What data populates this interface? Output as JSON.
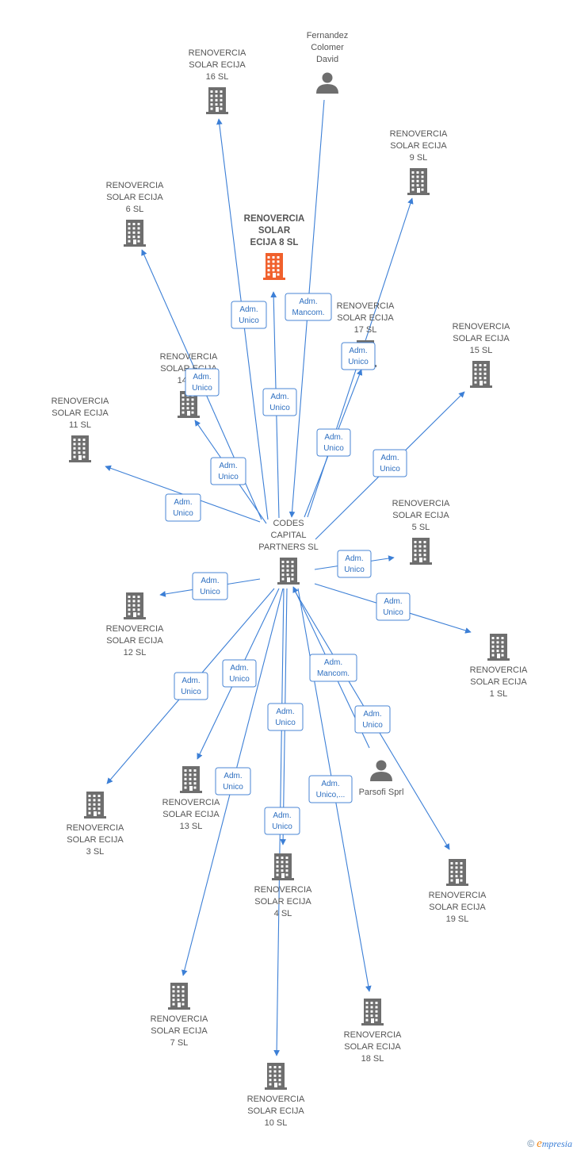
{
  "colors": {
    "edge": "#3c7fd6",
    "company": "#6e6e6e",
    "focus_company": "#f0602c",
    "person": "#6e6e6e",
    "label_text": "#555555",
    "relation_text": "#2e6fc0"
  },
  "nodes": [
    {
      "id": "codes",
      "type": "company",
      "lines": [
        "CODES",
        "CAPITAL",
        "PARTNERS SL"
      ]
    },
    {
      "id": "r8",
      "type": "company",
      "focus": true,
      "lines": [
        "RENOVERCIA",
        "SOLAR",
        "ECIJA 8 SL"
      ]
    },
    {
      "id": "fernandez",
      "type": "person",
      "lines": [
        "Fernandez",
        "Colomer",
        "David"
      ]
    },
    {
      "id": "parsofi",
      "type": "person",
      "lines": [
        "Parsofi Sprl"
      ]
    },
    {
      "id": "r16",
      "type": "company",
      "lines": [
        "RENOVERCIA",
        "SOLAR ECIJA",
        "16 SL"
      ]
    },
    {
      "id": "r9",
      "type": "company",
      "lines": [
        "RENOVERCIA",
        "SOLAR ECIJA",
        "9 SL"
      ]
    },
    {
      "id": "r6",
      "type": "company",
      "lines": [
        "RENOVERCIA",
        "SOLAR ECIJA",
        "6 SL"
      ]
    },
    {
      "id": "r17",
      "type": "company",
      "lines": [
        "RENOVERCIA",
        "SOLAR ECIJA",
        "17 SL"
      ]
    },
    {
      "id": "r15",
      "type": "company",
      "lines": [
        "RENOVERCIA",
        "SOLAR ECIJA",
        "15 SL"
      ]
    },
    {
      "id": "r14",
      "type": "company",
      "lines": [
        "RENOVERCIA",
        "SOLAR ECIJA",
        "14 SL"
      ]
    },
    {
      "id": "r11",
      "type": "company",
      "lines": [
        "RENOVERCIA",
        "SOLAR ECIJA",
        "11 SL"
      ]
    },
    {
      "id": "r5",
      "type": "company",
      "lines": [
        "RENOVERCIA",
        "SOLAR ECIJA",
        "5 SL"
      ]
    },
    {
      "id": "r12",
      "type": "company",
      "lines": [
        "RENOVERCIA",
        "SOLAR ECIJA",
        "12 SL"
      ]
    },
    {
      "id": "r1",
      "type": "company",
      "lines": [
        "RENOVERCIA",
        "SOLAR ECIJA",
        "1 SL"
      ]
    },
    {
      "id": "r3",
      "type": "company",
      "lines": [
        "RENOVERCIA",
        "SOLAR ECIJA",
        "3 SL"
      ]
    },
    {
      "id": "r13",
      "type": "company",
      "lines": [
        "RENOVERCIA",
        "SOLAR ECIJA",
        "13 SL"
      ]
    },
    {
      "id": "r4",
      "type": "company",
      "lines": [
        "RENOVERCIA",
        "SOLAR ECIJA",
        "4 SL"
      ]
    },
    {
      "id": "r19",
      "type": "company",
      "lines": [
        "RENOVERCIA",
        "SOLAR ECIJA",
        "19 SL"
      ]
    },
    {
      "id": "r7",
      "type": "company",
      "lines": [
        "RENOVERCIA",
        "SOLAR ECIJA",
        "7 SL"
      ]
    },
    {
      "id": "r18",
      "type": "company",
      "lines": [
        "RENOVERCIA",
        "SOLAR ECIJA",
        "18 SL"
      ]
    },
    {
      "id": "r10",
      "type": "company",
      "lines": [
        "RENOVERCIA",
        "SOLAR ECIJA",
        "10 SL"
      ]
    }
  ],
  "edges": [
    {
      "from": "codes",
      "to": "r16",
      "lines": [
        "Adm.",
        "Unico"
      ]
    },
    {
      "from": "codes",
      "to": "r8",
      "lines": [
        "Adm.",
        "Unico"
      ]
    },
    {
      "from": "fernandez",
      "to": "codes",
      "lines": [
        "Adm.",
        "Mancom."
      ]
    },
    {
      "from": "codes",
      "to": "r9",
      "lines": [
        "Adm.",
        "Unico"
      ]
    },
    {
      "from": "codes",
      "to": "r17",
      "lines": [
        "Adm.",
        "Unico"
      ]
    },
    {
      "from": "codes",
      "to": "r6",
      "lines": [
        "Adm.",
        "Unico"
      ]
    },
    {
      "from": "codes",
      "to": "r14",
      "lines": [
        "Adm.",
        "Unico"
      ]
    },
    {
      "from": "codes",
      "to": "r15",
      "lines": [
        "Adm.",
        "Unico"
      ]
    },
    {
      "from": "codes",
      "to": "r11",
      "lines": [
        "Adm.",
        "Unico"
      ]
    },
    {
      "from": "codes",
      "to": "r5",
      "lines": [
        "Adm.",
        "Unico"
      ]
    },
    {
      "from": "codes",
      "to": "r12",
      "lines": [
        "Adm.",
        "Unico"
      ]
    },
    {
      "from": "codes",
      "to": "r1",
      "lines": [
        "Adm.",
        "Unico"
      ]
    },
    {
      "from": "parsofi",
      "to": "codes",
      "lines": [
        "Adm.",
        "Mancom."
      ]
    },
    {
      "from": "codes",
      "to": "r3",
      "lines": [
        "Adm.",
        "Unico"
      ]
    },
    {
      "from": "codes",
      "to": "r13",
      "lines": [
        "Adm.",
        "Unico"
      ]
    },
    {
      "from": "codes",
      "to": "r4",
      "lines": [
        "Adm.",
        "Unico"
      ]
    },
    {
      "from": "codes",
      "to": "r19",
      "lines": [
        "Adm.",
        "Unico"
      ]
    },
    {
      "from": "codes",
      "to": "r7",
      "lines": [
        "Adm.",
        "Unico"
      ]
    },
    {
      "from": "codes",
      "to": "r18",
      "lines": [
        "Adm.",
        "Unico,..."
      ]
    },
    {
      "from": "codes",
      "to": "r10",
      "lines": [
        "Adm.",
        "Unico"
      ]
    }
  ],
  "brand": {
    "copyright": "©",
    "initial": "e",
    "rest": "mpresia"
  }
}
